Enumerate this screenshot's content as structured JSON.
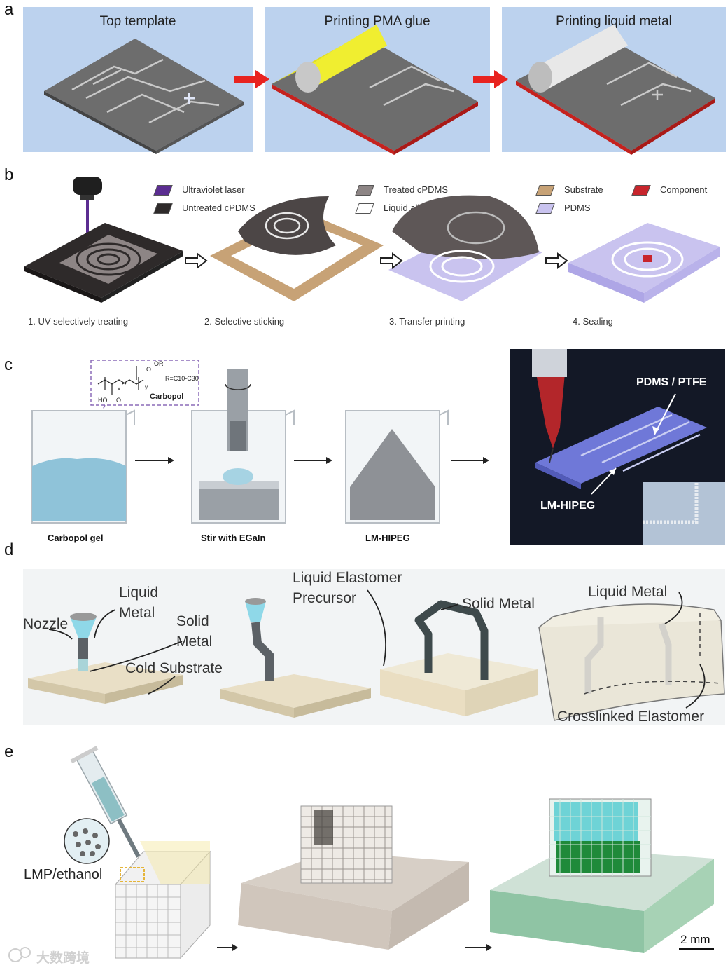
{
  "panel_letters": {
    "a": "a",
    "b": "b",
    "c": "c",
    "d": "d",
    "e": "e"
  },
  "panel_a": {
    "titles": [
      "Top template",
      "Printing PMA glue",
      "Printing liquid metal"
    ]
  },
  "panel_b": {
    "legend": [
      {
        "label": "Ultraviolet laser",
        "color": "#5b2d91"
      },
      {
        "label": "Untreated cPDMS",
        "color": "#2e2a2a"
      },
      {
        "label": "Treated cPDMS",
        "color": "#8d8585"
      },
      {
        "label": "Liquid alloy",
        "color": "#ffffff"
      },
      {
        "label": "Substrate",
        "color": "#c7a276"
      },
      {
        "label": "PDMS",
        "color": "#c9c3ef"
      },
      {
        "label": "Component",
        "color": "#c8252c"
      }
    ],
    "steps": [
      "1. UV selectively treating",
      "2. Selective sticking",
      "3. Transfer printing",
      "4. Sealing"
    ]
  },
  "panel_c": {
    "chem_formula": "R=C10-C30",
    "chem_name": "Carbopol",
    "chem_groups": {
      "or": "OR",
      "o1": "O",
      "o2": "O",
      "ho": "HO",
      "x": "x",
      "y": "y"
    },
    "labels": [
      "Carbopol gel",
      "Stir with EGaIn",
      "LM-HIPEG"
    ],
    "photo_labels": {
      "top": "PDMS / PTFE",
      "bottom": "LM-HIPEG"
    }
  },
  "panel_d": {
    "labels": {
      "nozzle": "Nozzle",
      "liquid_metal_1": "Liquid\nMetal",
      "solid_metal_1": "Solid\nMetal",
      "cold_substrate": "Cold Substrate",
      "liquid_elastomer": "Liquid Elastomer\nPrecursor",
      "solid_metal_2": "Solid Metal",
      "liquid_metal_2": "Liquid Metal",
      "crosslinked": "Crosslinked Elastomer"
    }
  },
  "panel_e": {
    "label": "LMP/ethanol",
    "scale": "2 mm",
    "watermark": "大数跨境"
  },
  "colors": {
    "panel_a_bg": "#bcd2ee",
    "arrow_red": "#e8231f",
    "pdms": "#c9c3ef",
    "gold": "#c7a276"
  }
}
